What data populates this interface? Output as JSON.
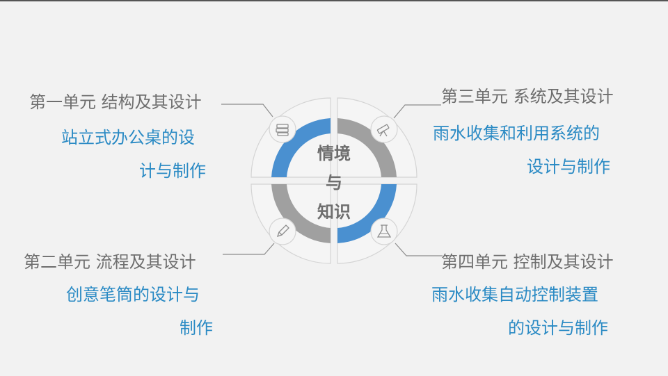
{
  "center": {
    "line1": "情境",
    "line2": "与",
    "line3": "知识"
  },
  "quadrants": {
    "top_left": {
      "unit": "第一单元  结构及其设计",
      "desc1": "站立式办公桌的设",
      "desc2": "计与制作",
      "icon": "books-icon"
    },
    "top_right": {
      "unit": "第三单元  系统及其设计",
      "desc1": "雨水收集和利用系统的",
      "desc2": "设计与制作",
      "icon": "telescope-icon"
    },
    "bottom_left": {
      "unit": "第二单元  流程及其设计",
      "desc1": "创意笔筒的设计与",
      "desc2": "制作",
      "icon": "pencil-icon"
    },
    "bottom_right": {
      "unit": "第四单元  控制及其设计",
      "desc1": "雨水收集自动控制装置",
      "desc2": "的设计与制作",
      "icon": "flask-icon"
    }
  },
  "colors": {
    "blue": "#4a90d0",
    "gray": "#a0a0a0",
    "label_gray": "#6e6e6e",
    "text_blue": "#2a8ac4"
  }
}
